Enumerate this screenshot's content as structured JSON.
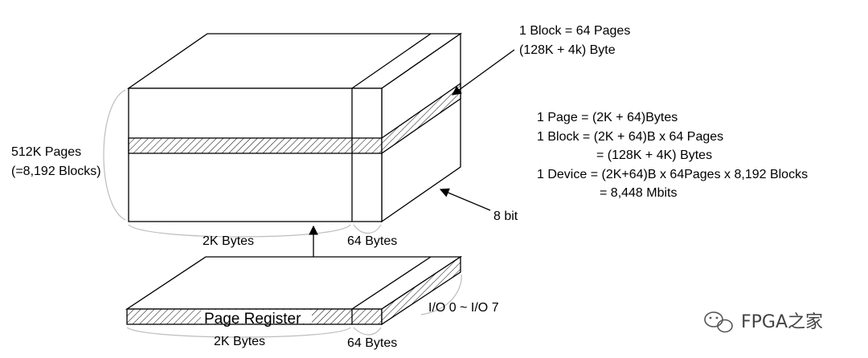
{
  "block_note": {
    "line1": "1 Block = 64 Pages",
    "line2": "(128K + 4k) Byte"
  },
  "left_note": {
    "line1": "512K Pages",
    "line2": "(=8,192 Blocks)"
  },
  "equations": [
    "1 Page = (2K + 64)Bytes",
    "1 Block = (2K + 64)B x 64 Pages",
    "= (128K + 4K) Bytes",
    "1 Device = (2K+64)B x 64Pages x 8,192 Blocks",
    "= 8,448 Mbits"
  ],
  "labels": {
    "eight_bit": "8 bit",
    "top_2k": "2K Bytes",
    "top_64": "64 Bytes",
    "page_register": "Page Register",
    "io": "I/O 0 ~ I/O 7",
    "bottom_2k": "2K Bytes",
    "bottom_64": "64 Bytes"
  },
  "watermark": {
    "icon": "wechat-icon",
    "text": "FPGA之家"
  }
}
